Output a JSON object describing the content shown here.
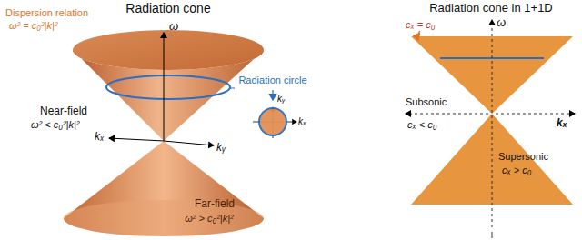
{
  "diagram": {
    "labels": [
      "Radiation cone",
      "Radiation cone in 1+1D",
      "Dispersion relation",
      "ω² = c₀²|k|²",
      "Near-field",
      "ω² < c₀²|k|²",
      "Far-field",
      "ω² > c₀²|k|²",
      "Radiation circle",
      "ω",
      "kₓ",
      "kᵧ",
      "kᵧ",
      "kₓ",
      "cₓ = c₀",
      "ω",
      "kₓ",
      "Subsonic",
      "cₓ < c₀",
      "Supersonic",
      "cₓ > c₀"
    ]
  }
}
